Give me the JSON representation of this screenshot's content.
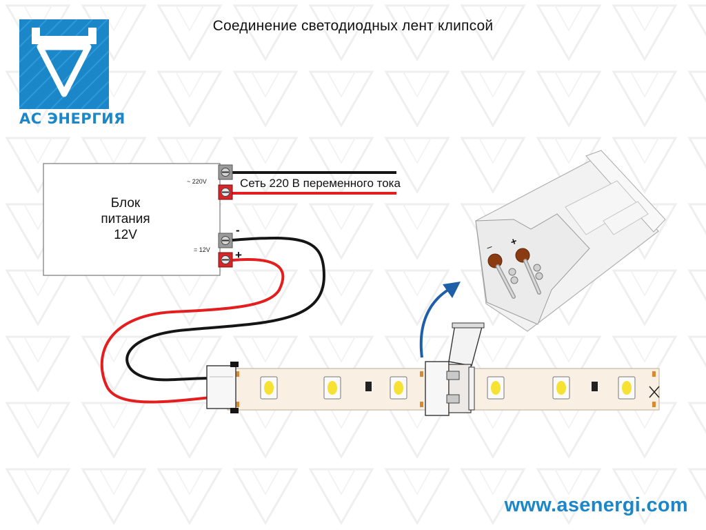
{
  "title": "Соединение светодиодных лент клипсой",
  "logo": {
    "text": "АС ЭНЕРГИЯ",
    "brand_color": "#1b87c8"
  },
  "power_supply": {
    "name_line1": "Блок",
    "name_line2": "питания",
    "name_line3": "12V",
    "input_label": "~ 220V",
    "output_label": "= 12V",
    "minus_sign": "-",
    "plus_sign": "+"
  },
  "mains_label": "Сеть 220 В переменного тока",
  "clip": {
    "minus_sign": "–",
    "plus_sign": "+"
  },
  "website": "www.asenergi.com",
  "colors": {
    "wire_red": "#e41e1e",
    "wire_black": "#151515",
    "arrow_blue": "#1f5fa8",
    "strip": "#f9efe3",
    "led": "#f6e233"
  },
  "icons": [
    "logo-v-icon",
    "screw-terminal-icon",
    "led-chip-icon",
    "curved-arrow-icon",
    "connector-clip-icon"
  ]
}
